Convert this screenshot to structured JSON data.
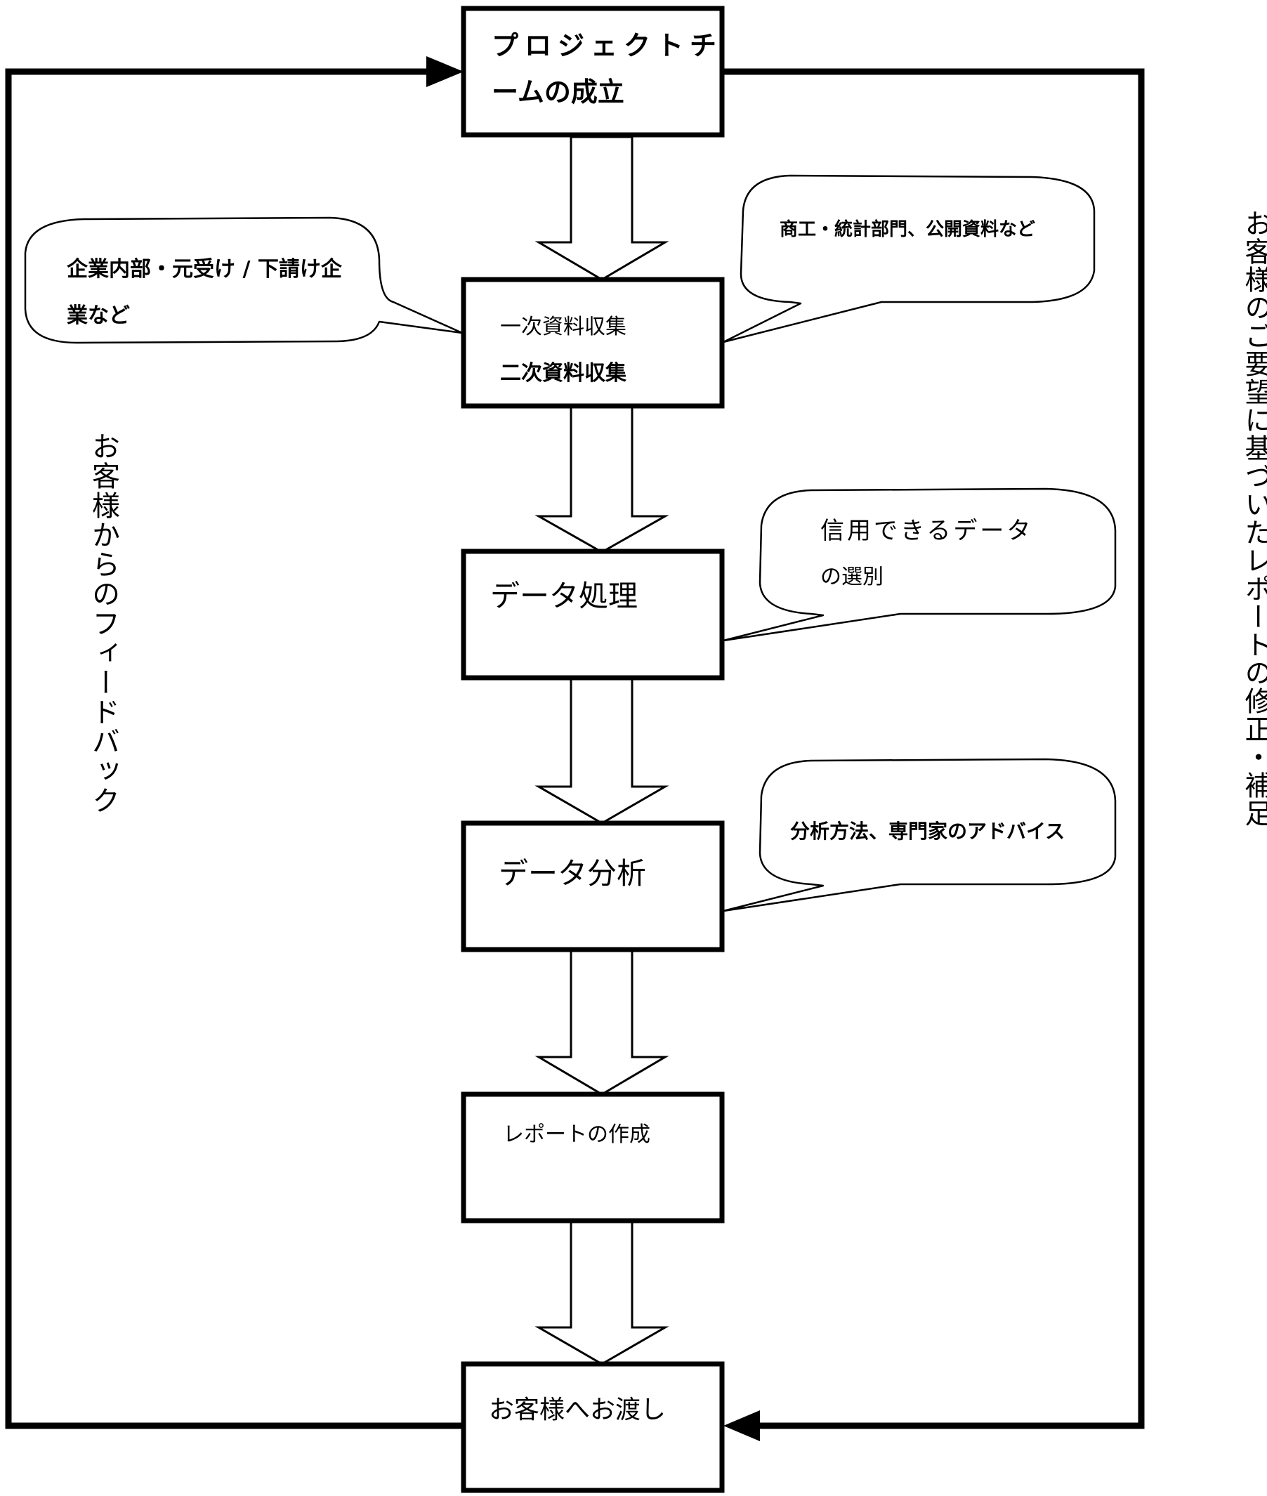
{
  "steps": [
    {
      "lines": [
        "プロジェクトチ",
        "ームの成立"
      ]
    },
    {
      "lines": [
        "一次資料収集",
        "二次資料収集"
      ]
    },
    {
      "lines": [
        "データ処理"
      ]
    },
    {
      "lines": [
        "データ分析"
      ]
    },
    {
      "lines": [
        "レポートの作成"
      ]
    },
    {
      "lines": [
        "お客様へお渡し"
      ]
    }
  ],
  "callouts": {
    "internal": {
      "lines": [
        "企業内部・元受け / 下請け企",
        "業など"
      ]
    },
    "public": {
      "lines": [
        "商工・統計部門、公開資料など"
      ]
    },
    "reliable": {
      "lines": [
        "信用できるデータ",
        "の選別"
      ]
    },
    "expert": {
      "lines": [
        "分析方法、専門家のアドバイス"
      ]
    }
  },
  "side_labels": {
    "left": "お客様からのフィードバック",
    "right": "お客様のご要望に基づいたレポートの修正・補足"
  }
}
